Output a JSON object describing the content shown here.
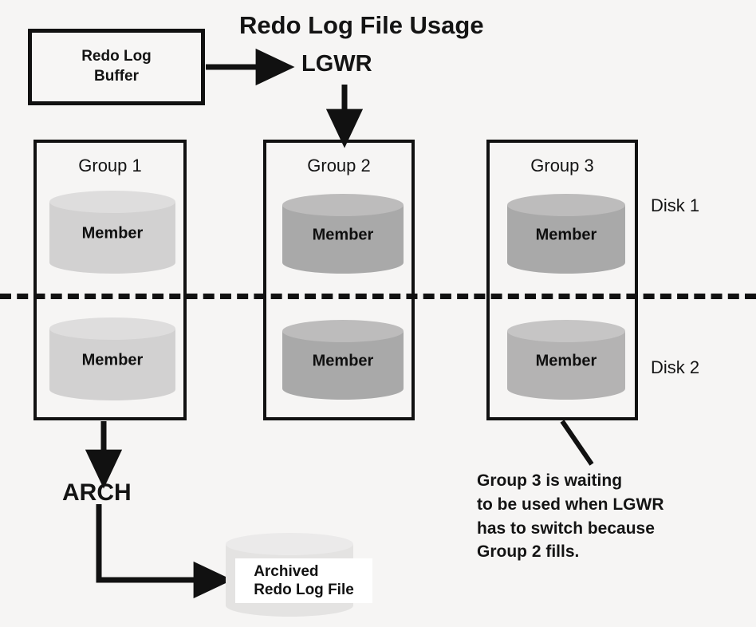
{
  "diagram": {
    "title": "Redo Log File Usage",
    "background_color": "#f6f5f4",
    "line_color": "#111111"
  },
  "buffer": {
    "label": "Redo Log\nBuffer",
    "line1": "Redo Log",
    "line2": "Buffer"
  },
  "processes": {
    "lgwr": "LGWR",
    "arch": "ARCH"
  },
  "groups": [
    {
      "title": "Group 1",
      "members": [
        {
          "label": "Member",
          "disk": "Disk 1",
          "body_color": "#d2d1d1",
          "top_color": "#dedddd"
        },
        {
          "label": "Member",
          "disk": "Disk 2",
          "body_color": "#d2d1d1",
          "top_color": "#dedddd"
        }
      ]
    },
    {
      "title": "Group 2",
      "members": [
        {
          "label": "Member",
          "disk": "Disk 1",
          "body_color": "#a9a9a9",
          "top_color": "#bdbcbc"
        },
        {
          "label": "Member",
          "disk": "Disk 2",
          "body_color": "#a9a9a9",
          "top_color": "#bdbcbc"
        }
      ]
    },
    {
      "title": "Group 3",
      "members": [
        {
          "label": "Member",
          "disk": "Disk 1",
          "body_color": "#a9a9a9",
          "top_color": "#bdbcbc"
        },
        {
          "label": "Member",
          "disk": "Disk 2",
          "body_color": "#b4b3b3",
          "top_color": "#c6c5c5"
        }
      ]
    }
  ],
  "disks": {
    "disk1": "Disk 1",
    "disk2": "Disk 2"
  },
  "archived_file": {
    "line1": "Archived",
    "line2": "Redo Log File",
    "body_color": "#e4e3e2",
    "top_color": "#ebeaea"
  },
  "annotation": {
    "line1": "Group 3 is waiting",
    "line2": "to be used when LGWR",
    "line3": "has to switch because",
    "line4": "Group 2 fills."
  }
}
